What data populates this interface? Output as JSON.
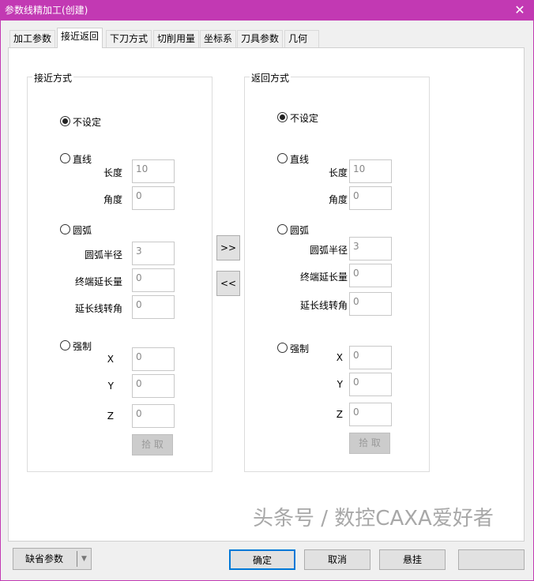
{
  "window": {
    "title": "参数线精加工(创建)",
    "close_icon": "close-icon"
  },
  "tabs": [
    {
      "label": "加工参数"
    },
    {
      "label": "接近返回",
      "active": true
    },
    {
      "label": "下刀方式"
    },
    {
      "label": "切削用量"
    },
    {
      "label": "坐标系"
    },
    {
      "label": "刀具参数"
    },
    {
      "label": "几何"
    }
  ],
  "approach": {
    "title": "接近方式",
    "none": "不设定",
    "line": "直线",
    "length_label": "长度",
    "length": "10",
    "angle_label": "角度",
    "angle": "0",
    "arc": "圆弧",
    "radius_label": "圆弧半径",
    "radius": "3",
    "ext_label": "终端延长量",
    "ext": "0",
    "ext_angle_label": "延长线转角",
    "ext_angle": "0",
    "force": "强制",
    "x_label": "X",
    "x": "0",
    "y_label": "Y",
    "y": "0",
    "z_label": "Z",
    "z": "0",
    "pick": "拾 取",
    "selected": "none"
  },
  "retract": {
    "title": "返回方式",
    "none": "不设定",
    "line": "直线",
    "length_label": "长度",
    "length": "10",
    "angle_label": "角度",
    "angle": "0",
    "arc": "圆弧",
    "radius_label": "圆弧半径",
    "radius": "3",
    "ext_label": "终端延长量",
    "ext": "0",
    "ext_angle_label": "延长线转角",
    "ext_angle": "0",
    "force": "强制",
    "x_label": "X",
    "x": "0",
    "y_label": "Y",
    "y": "0",
    "z_label": "Z",
    "z": "0",
    "pick": "拾 取",
    "selected": "none"
  },
  "copy_right": ">>",
  "copy_left": "<<",
  "footer": {
    "defaults": "缺省参数",
    "ok": "确定",
    "cancel": "取消",
    "suspend": "悬挂"
  },
  "watermark": "头条号 / 数控CAXA爱好者",
  "colors": {
    "titlebar": "#c239b3"
  }
}
